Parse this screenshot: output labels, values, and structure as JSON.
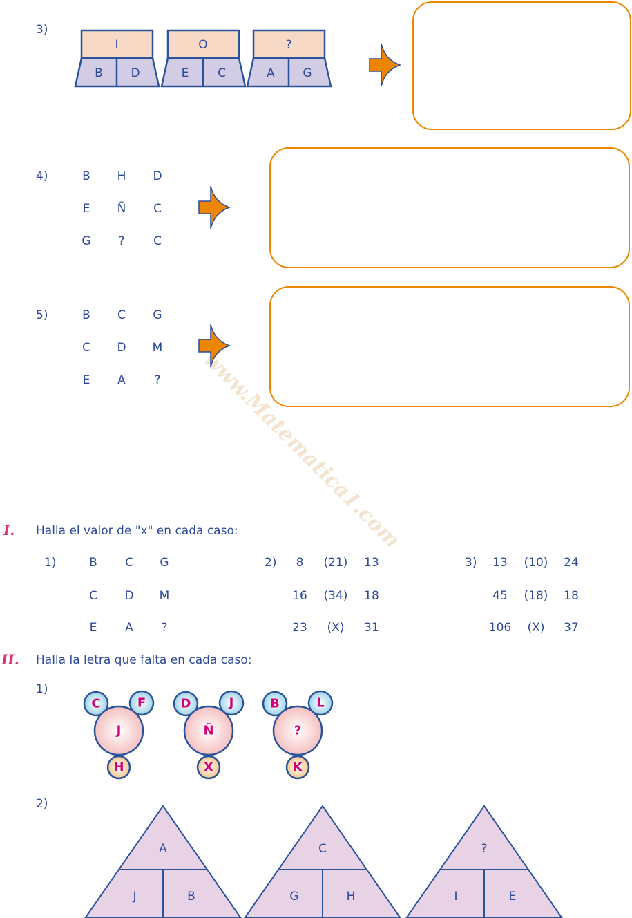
{
  "colors": {
    "text": "#2e4a9a",
    "accent": "#ec8500",
    "roman": "#e0307a",
    "answer_letters": "#d4007a"
  },
  "watermark": "www.Matematica1.com",
  "problem3": {
    "label": "3)",
    "groups": [
      {
        "top": "I",
        "bottom": [
          "B",
          "D"
        ]
      },
      {
        "top": "O",
        "bottom": [
          "E",
          "C"
        ]
      },
      {
        "top": "?",
        "bottom": [
          "A",
          "G"
        ]
      }
    ]
  },
  "problem4": {
    "label": "4)",
    "grid": [
      [
        "B",
        "H",
        "D"
      ],
      [
        "E",
        "Ñ",
        "C"
      ],
      [
        "G",
        "?",
        "C"
      ]
    ]
  },
  "problem5": {
    "label": "5)",
    "grid": [
      [
        "B",
        "C",
        "G"
      ],
      [
        "C",
        "D",
        "M"
      ],
      [
        "E",
        "A",
        "?"
      ]
    ]
  },
  "section1": {
    "numeral": "I.",
    "title": "Halla el valor de \"x\" en cada caso:",
    "items": [
      {
        "label": "1)",
        "rows": [
          [
            "B",
            "C",
            "G"
          ],
          [
            "C",
            "D",
            "M"
          ],
          [
            "E",
            "A",
            "?"
          ]
        ]
      },
      {
        "label": "2)",
        "rows": [
          [
            "8",
            "(21)",
            "13"
          ],
          [
            "16",
            "(34)",
            "18"
          ],
          [
            "23",
            "(X)",
            "31"
          ]
        ]
      },
      {
        "label": "3)",
        "rows": [
          [
            "13",
            "(10)",
            "24"
          ],
          [
            "45",
            "(18)",
            "18"
          ],
          [
            "106",
            "(X)",
            "37"
          ]
        ]
      }
    ]
  },
  "section2": {
    "numeral": "II.",
    "title": "Halla la letra que falta en cada caso:",
    "item1": {
      "label": "1)",
      "groups": [
        {
          "left": "C",
          "right": "F",
          "center": "J",
          "bottom": "H"
        },
        {
          "left": "D",
          "right": "J",
          "center": "Ñ",
          "bottom": "X"
        },
        {
          "left": "B",
          "right": "L",
          "center": "?",
          "bottom": "K"
        }
      ]
    },
    "item2": {
      "label": "2)",
      "triangles": [
        {
          "top": "A",
          "left": "J",
          "right": "B"
        },
        {
          "top": "C",
          "left": "G",
          "right": "H"
        },
        {
          "top": "?",
          "left": "I",
          "right": "E"
        }
      ]
    }
  }
}
